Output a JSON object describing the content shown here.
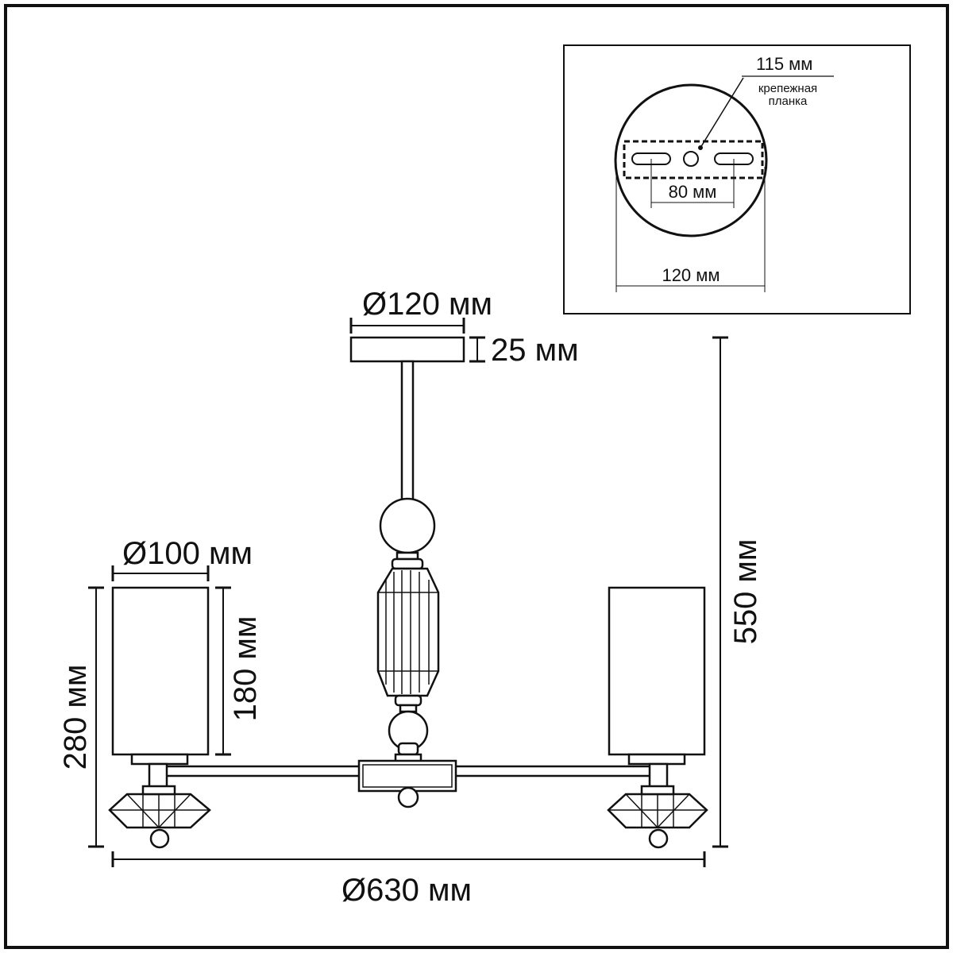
{
  "main_drawing": {
    "dimensions": {
      "canopy_diameter": "Ø120 мм",
      "canopy_height": "25 мм",
      "total_height": "550 мм",
      "shade_diameter": "Ø100 мм",
      "shade_height": "180 мм",
      "arm_height": "280 мм",
      "overall_diameter": "Ø630 мм"
    }
  },
  "mounting_inset": {
    "screw_spacing": "115 мм",
    "bracket_label_line1": "крепежная",
    "bracket_label_line2": "планка",
    "hole_spacing": "80 мм",
    "plate_diameter": "120 мм"
  }
}
